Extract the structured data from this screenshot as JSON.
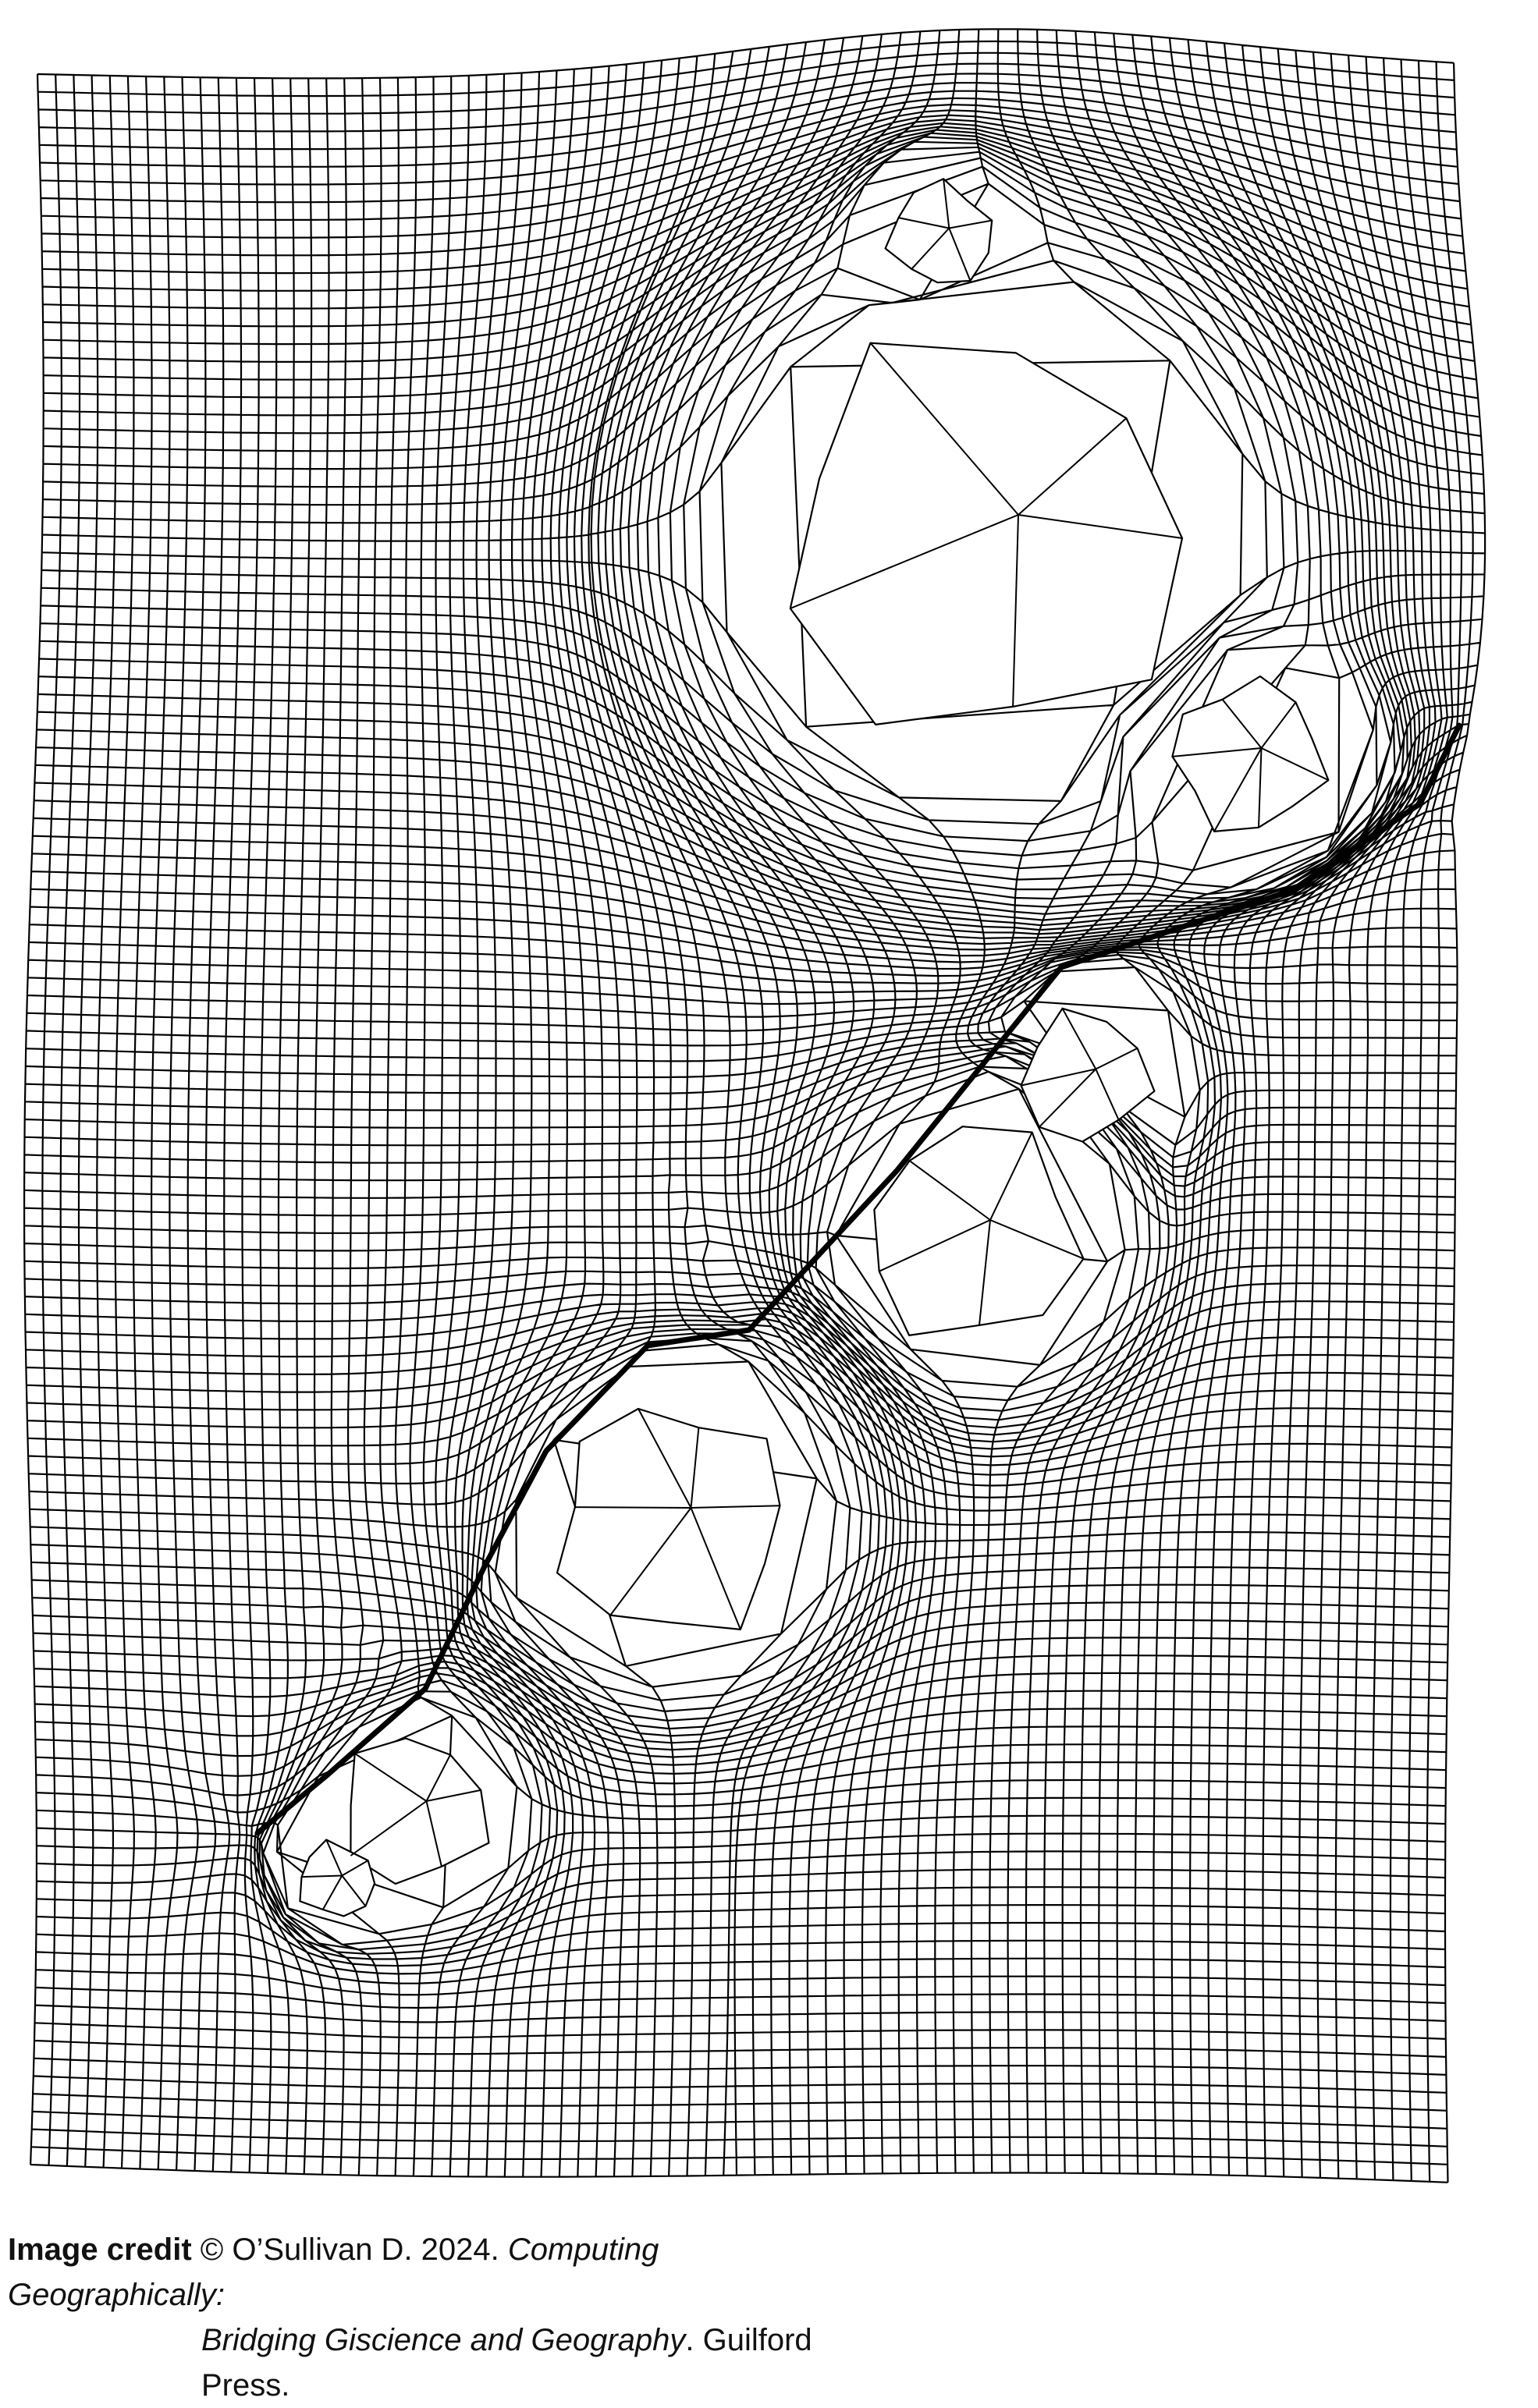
{
  "figure": {
    "kind": "distorted-grid cartogram",
    "stroke_color": "#000000",
    "background_color": "#ffffff"
  },
  "credit": {
    "label": "Image credit",
    "author": "© O’Sullivan D. 2024.",
    "title_part1": "Computing Geographically:",
    "title_part2": "Bridging Giscience and Geography",
    "publisher": ". Guilford Press."
  }
}
